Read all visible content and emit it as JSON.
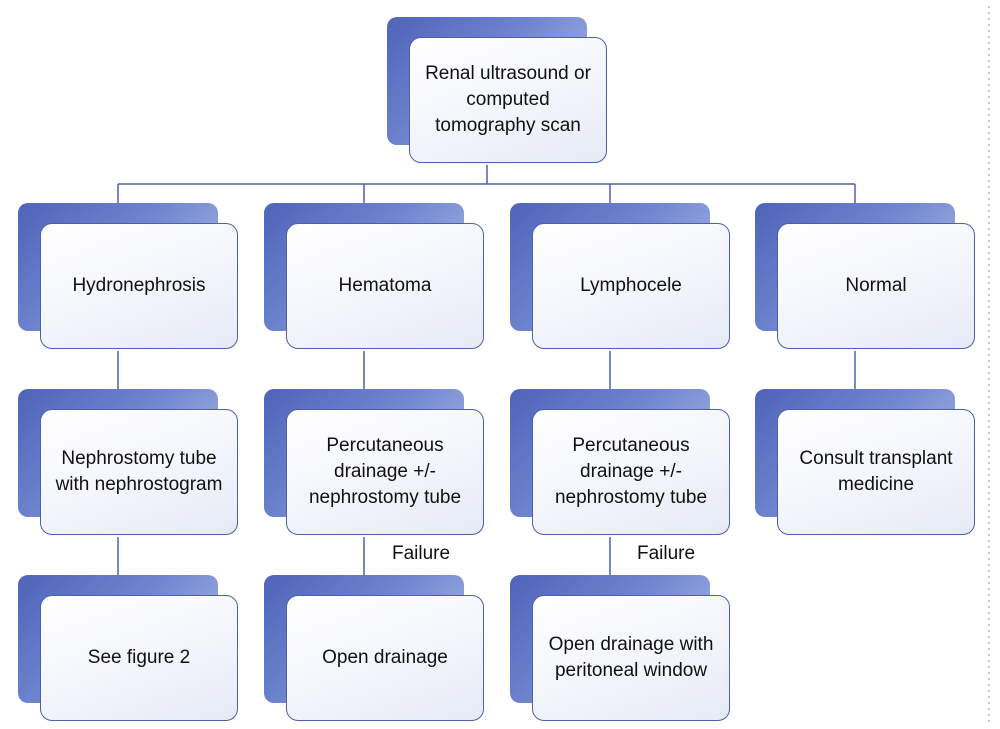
{
  "nodes": {
    "root": "Renal ultrasound or computed tomography scan",
    "hydronephrosis": "Hydronephrosis",
    "hematoma": "Hematoma",
    "lymphocele": "Lymphocele",
    "normal": "Normal",
    "nephrostomy": "Nephrostomy tube with nephrostogram",
    "percutaneous_hematoma": "Percutaneous drainage +/- nephrostomy tube",
    "percutaneous_lymphocele": "Percutaneous drainage +/- nephrostomy tube",
    "consult": "Consult transplant medicine",
    "see_figure": "See figure 2",
    "open_drainage": "Open drainage",
    "open_drainage_window": "Open drainage with peritoneal window"
  },
  "labels": {
    "failure_left": "Failure",
    "failure_right": "Failure"
  },
  "colors": {
    "box_shadow": "#5a6ebf",
    "box_border": "#4d5fae",
    "connector": "#4d5fae"
  }
}
